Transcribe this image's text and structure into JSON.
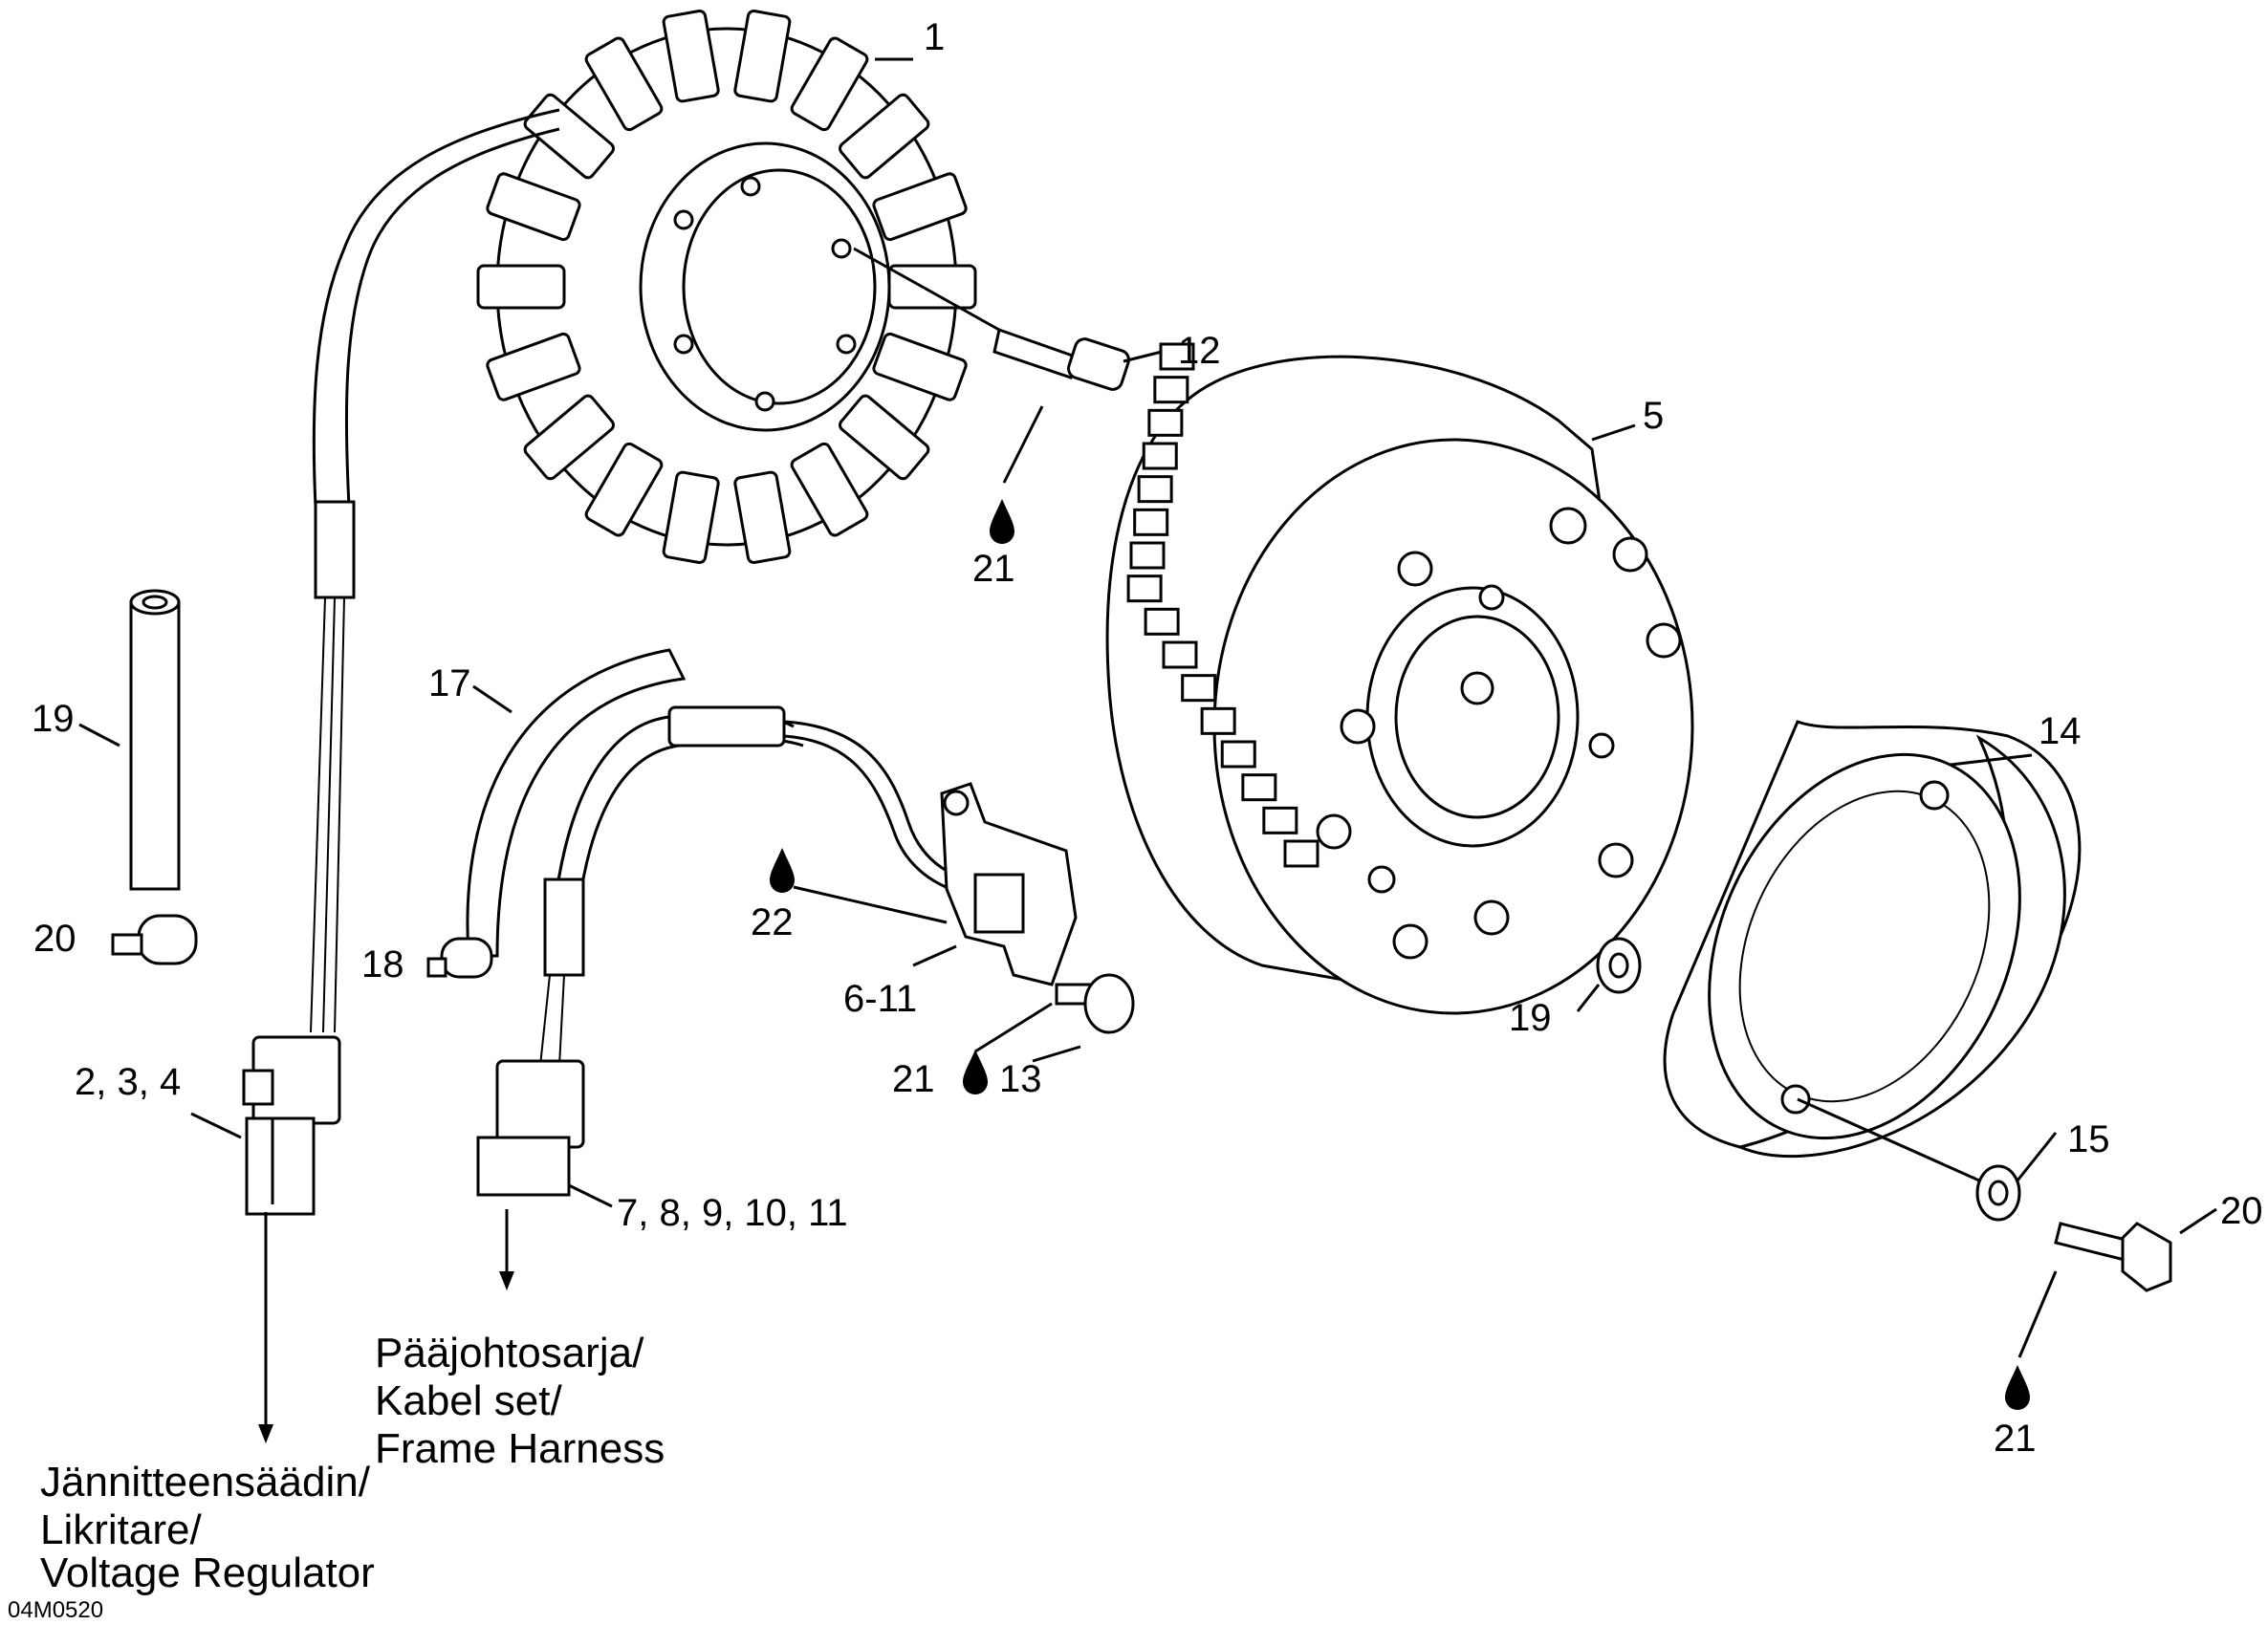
{
  "callouts": {
    "c1": "1",
    "c12": "12",
    "c5": "5",
    "c21a": "21",
    "c19a": "19",
    "c20a": "20",
    "c17": "17",
    "c18": "18",
    "c22": "22",
    "c611": "6-11",
    "c21b": "21",
    "c13": "13",
    "c234": "2, 3, 4",
    "c7to11": "7, 8, 9, 10, 11",
    "c14": "14",
    "c19b": "19",
    "c15": "15",
    "c20b": "20",
    "c21c": "21"
  },
  "destinations": {
    "harness": [
      "Pääjohtosarja/",
      "Kabel set/",
      "Frame Harness"
    ],
    "regulator": [
      "Jännitteensäädin/",
      "Likritare/",
      "Voltage Regulator"
    ]
  },
  "drawing_code": "04M0520",
  "icons": {
    "lubricant": "oil-drop-icon"
  }
}
